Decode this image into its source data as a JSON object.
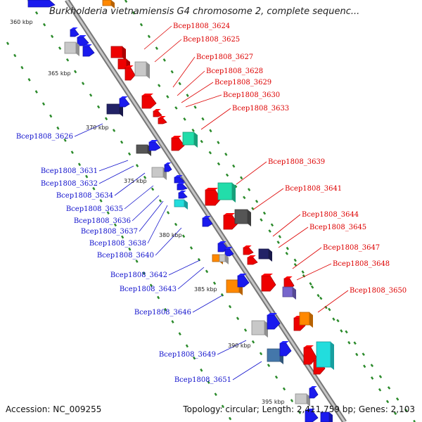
{
  "title": "Burkholderia vietnamiensis G4 chromosome 2, complete sequenc...",
  "footer": {
    "accession": "Accession: NC_009255",
    "summary": "Topology: circular; Length: 2,411,759 bp; Genes: 2,103"
  },
  "ticks": [
    "360 kbp",
    "365 kbp",
    "370 kbp",
    "375 kbp",
    "380 kbp",
    "385 kbp",
    "390 kbp",
    "395 kbp"
  ],
  "forward_labels": [
    "Bcep1808_3624",
    "Bcep1808_3625",
    "Bcep1808_3627",
    "Bcep1808_3628",
    "Bcep1808_3629",
    "Bcep1808_3630",
    "Bcep1808_3633",
    "Bcep1808_3639",
    "Bcep1808_3641",
    "Bcep1808_3644",
    "Bcep1808_3645",
    "Bcep1808_3647",
    "Bcep1808_3648",
    "Bcep1808_3650"
  ],
  "reverse_labels": [
    "Bcep1808_3626",
    "Bcep1808_3631",
    "Bcep1808_3632",
    "Bcep1808_3634",
    "Bcep1808_3635",
    "Bcep1808_3636",
    "Bcep1808_3637",
    "Bcep1808_3638",
    "Bcep1808_3640",
    "Bcep1808_3642",
    "Bcep1808_3643",
    "Bcep1808_3646",
    "Bcep1808_3649",
    "Bcep1808_3651"
  ],
  "colors": {
    "forward_label": "#dd0000",
    "reverse_label": "#1010cc",
    "backbone": "#999999",
    "gc_dots": "#2a8a2a",
    "gene_red": "#ee0000",
    "gene_blue": "#1a1aee",
    "gene_gray": "#c8c8c8",
    "gene_darkgray": "#555555",
    "gene_navy": "#222266",
    "gene_orange": "#ff8800",
    "gene_teal": "#22ddaa",
    "gene_cyan": "#22dddd",
    "gene_purple": "#7766cc",
    "gene_steelblue": "#4477aa"
  }
}
